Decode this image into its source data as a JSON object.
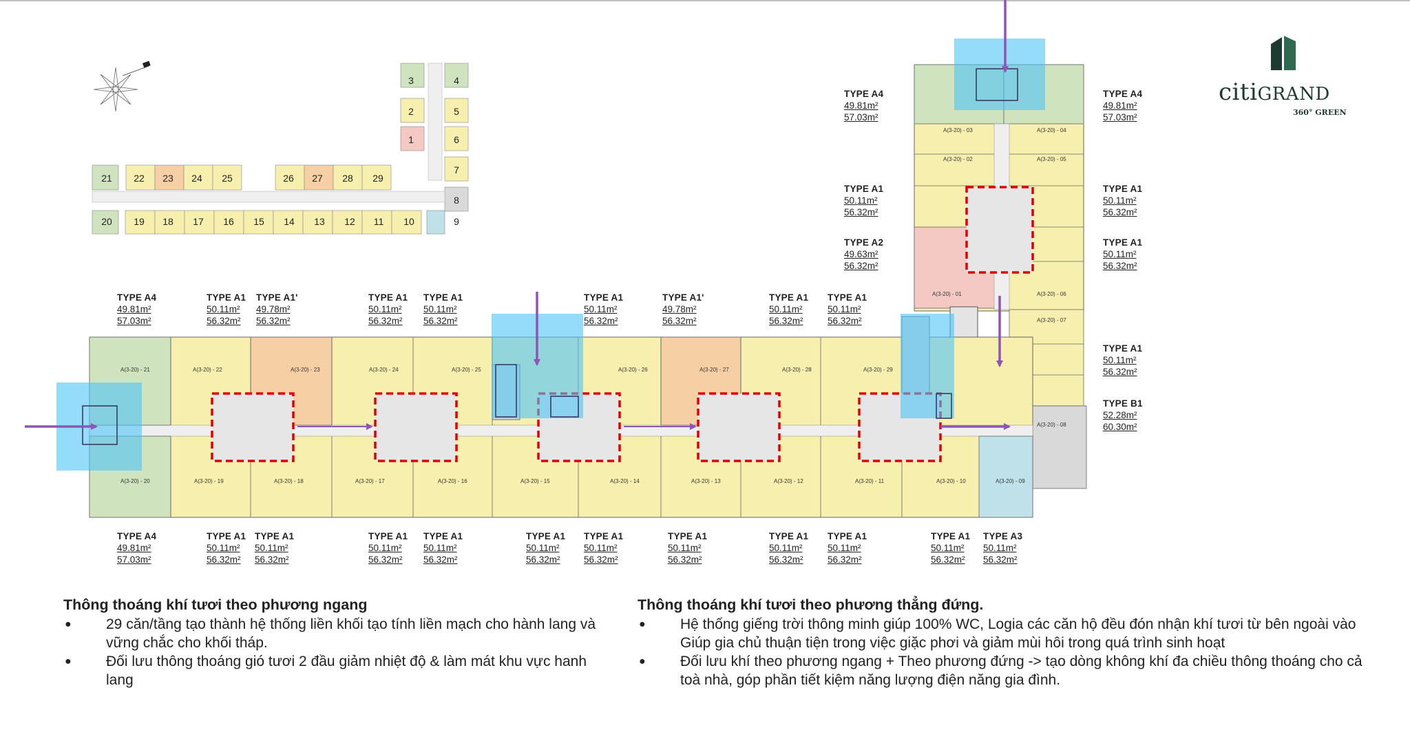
{
  "logo": {
    "brand_a": "citi",
    "brand_b": "GRAND",
    "tagline": "360° GREEN"
  },
  "key_plan": {
    "numbers": [
      "3",
      "4",
      "2",
      "5",
      "1",
      "6",
      "7",
      "8",
      "9",
      "21",
      "22",
      "23",
      "24",
      "25",
      "26",
      "27",
      "28",
      "29",
      "20",
      "19",
      "18",
      "17",
      "16",
      "15",
      "14",
      "13",
      "12",
      "11",
      "10"
    ]
  },
  "unit_ids": [
    "A(3-20) - 03",
    "A(3-20) - 04",
    "A(3-20) - 02",
    "A(3-20) - 05",
    "A(3-20) - 06",
    "A(3-20) - 01",
    "A(3-20) - 07",
    "A(3-20) - 08",
    "A(3-20) - 21",
    "A(3-20) - 22",
    "A(3-20) - 23",
    "A(3-20) - 24",
    "A(3-20) - 25",
    "A(3-20) - 26",
    "A(3-20) - 27",
    "A(3-20) - 28",
    "A(3-20) - 29",
    "A(3-20) - 20",
    "A(3-20) - 19",
    "A(3-20) - 18",
    "A(3-20) - 17",
    "A(3-20) - 16",
    "A(3-20) - 15",
    "A(3-20) - 14",
    "A(3-20) - 13",
    "A(3-20) - 12",
    "A(3-20) - 11",
    "A(3-20) - 10",
    "A(3-20) - 09"
  ],
  "labels": [
    {
      "type": "TYPE A4",
      "area1": "49.81m²",
      "area2": "57.03m²"
    },
    {
      "type": "TYPE A4",
      "area1": "49.81m²",
      "area2": "57.03m²"
    },
    {
      "type": "TYPE A1",
      "area1": "50.11m²",
      "area2": "56.32m²"
    },
    {
      "type": "TYPE A1",
      "area1": "50.11m²",
      "area2": "56.32m²"
    },
    {
      "type": "TYPE A2",
      "area1": "49.63m²",
      "area2": "56.32m²"
    },
    {
      "type": "TYPE A1",
      "area1": "50.11m²",
      "area2": "56.32m²"
    },
    {
      "type": "TYPE A1",
      "area1": "50.11m²",
      "area2": "56.32m²"
    },
    {
      "type": "TYPE B1",
      "area1": "52.28m²",
      "area2": "60.30m²"
    },
    {
      "type": "TYPE A4",
      "area1": "49.81m²",
      "area2": "57.03m²"
    },
    {
      "type": "TYPE A1",
      "area1": "50.11m²",
      "area2": "56.32m²"
    },
    {
      "type": "TYPE A1'",
      "area1": "49.78m²",
      "area2": "56.32m²"
    },
    {
      "type": "TYPE A1",
      "area1": "50.11m²",
      "area2": "56.32m²"
    },
    {
      "type": "TYPE A1",
      "area1": "50.11m²",
      "area2": "56.32m²"
    },
    {
      "type": "TYPE A1",
      "area1": "50.11m²",
      "area2": "56.32m²"
    },
    {
      "type": "TYPE A1'",
      "area1": "49.78m²",
      "area2": "56.32m²"
    },
    {
      "type": "TYPE A1",
      "area1": "50.11m²",
      "area2": "56.32m²"
    },
    {
      "type": "TYPE A1",
      "area1": "50.11m²",
      "area2": "56.32m²"
    },
    {
      "type": "TYPE A4",
      "area1": "49.81m²",
      "area2": "57.03m²"
    },
    {
      "type": "TYPE A1",
      "area1": "50.11m²",
      "area2": "56.32m²"
    },
    {
      "type": "TYPE A1",
      "area1": "50.11m²",
      "area2": "56.32m²"
    },
    {
      "type": "TYPE A1",
      "area1": "50.11m²",
      "area2": "56.32m²"
    },
    {
      "type": "TYPE A1",
      "area1": "50.11m²",
      "area2": "56.32m²"
    },
    {
      "type": "TYPE A1",
      "area1": "50.11m²",
      "area2": "56.32m²"
    },
    {
      "type": "TYPE A1",
      "area1": "50.11m²",
      "area2": "56.32m²"
    },
    {
      "type": "TYPE A1",
      "area1": "50.11m²",
      "area2": "56.32m²"
    },
    {
      "type": "TYPE A1",
      "area1": "50.11m²",
      "area2": "56.32m²"
    },
    {
      "type": "TYPE A1",
      "area1": "50.11m²",
      "area2": "56.32m²"
    },
    {
      "type": "TYPE A1",
      "area1": "50.11m²",
      "area2": "56.32m²"
    },
    {
      "type": "TYPE A3",
      "area1": "50.11m²",
      "area2": "56.32m²"
    }
  ],
  "left_section": {
    "title": "Thông thoáng khí tươi theo phương ngang",
    "items": [
      "29 căn/tầng tạo thành hệ thống liền khối tạo tính liền mạch cho hành lang và vững chắc cho khối tháp.",
      "Đối lưu thông thoáng gió tươi 2 đầu  giảm nhiệt độ & làm mát khu vực hanh lang"
    ]
  },
  "right_section": {
    "title": "Thông thoáng khí tươi theo phương thẳng đứng.",
    "items": [
      "Hệ thống giếng trời thông minh giúp 100% WC, Logia các căn hộ đều đón nhận khí tươi từ bên ngoài vào  Giúp gia chủ thuận tiện trong việc giặc phơi và giảm mùi hôi trong quá trình sinh hoạt",
      "Đối lưu khí theo phương ngang + Theo phương đứng -> tạo dòng không khí đa chiều thông thoáng cho cả toà nhà, góp phần tiết kiệm năng lượng điện năng gia đình."
    ]
  },
  "colors": {
    "unit_yellow": "#f7efae",
    "unit_green": "#cfe3bf",
    "unit_orange": "#f6cfa4",
    "unit_pink": "#f4c9c4",
    "unit_blue": "#bfe2ea",
    "unit_gray": "#d9d9d9",
    "lift_blue": "#4fc3f7",
    "arrow_purple": "#8e55b8",
    "dash_red": "#e00000",
    "brand_green": "#1f3b30"
  }
}
